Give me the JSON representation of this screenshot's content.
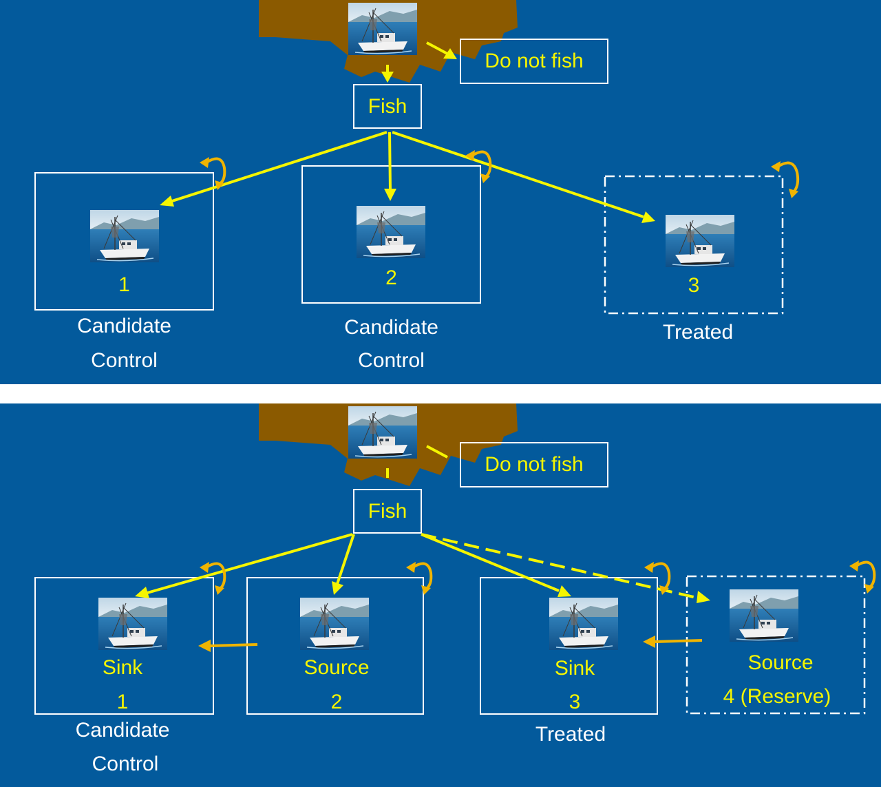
{
  "colors": {
    "sea": "#035a9c",
    "land": "#8b5a00",
    "arrow_yellow": "#f5f500",
    "arrow_orange": "#f0b400",
    "box_border": "#ffffff"
  },
  "top_panel": {
    "do_not_fish": "Do not fish",
    "fish": "Fish",
    "areas": [
      {
        "number": "1",
        "caption_line1": "Candidate",
        "caption_line2": "Control",
        "border": "solid"
      },
      {
        "number": "2",
        "caption_line1": "Candidate",
        "caption_line2": "Control",
        "border": "solid"
      },
      {
        "number": "3",
        "caption_line1": "Treated",
        "caption_line2": "",
        "border": "dash-dot"
      }
    ]
  },
  "bottom_panel": {
    "do_not_fish": "Do not fish",
    "fish": "Fish",
    "areas": [
      {
        "role": "Sink",
        "number": "1",
        "caption_line1": "Candidate",
        "caption_line2": "Control",
        "border": "solid"
      },
      {
        "role": "Source",
        "number": "2",
        "border": "solid"
      },
      {
        "role": "Sink",
        "number": "3",
        "caption_line1": "Treated",
        "border": "solid"
      },
      {
        "role": "Source",
        "number": "4 (Reserve)",
        "border": "dash-dot"
      }
    ]
  },
  "icons": {
    "boat": "fishing-boat-icon",
    "return_arrow": "circular-return-arrow-icon"
  }
}
